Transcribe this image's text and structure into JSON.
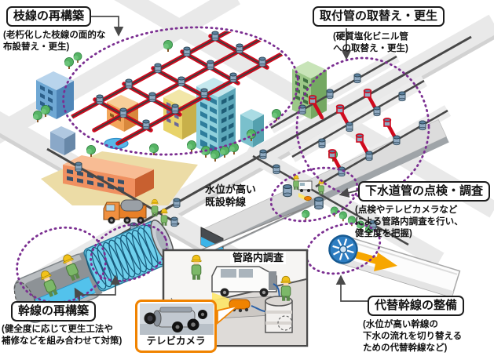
{
  "callouts": {
    "branch": {
      "title": "枝線の再構築",
      "desc": "(老朽化した枝線の面的な\n布設替え・更生)"
    },
    "connection": {
      "title": "取付管の取替え・更生",
      "desc": "(硬質塩化ビニル管\nへの取替え・更生)"
    },
    "inspection": {
      "title": "下水道管の点検・調査",
      "desc": "(点検やテレビカメラなど\nによる管路内調査を行い、\n健全度を把握)"
    },
    "trunk": {
      "title": "幹線の再構築",
      "desc": "(健全度に応じて更生工法や\n補修などを組み合わせて対策)"
    },
    "alternative": {
      "title": "代替幹線の整備",
      "desc": "(水位が高い幹線の\n下水の流れを切り替える\nための代替幹線など)"
    }
  },
  "annotations": {
    "high_water": "水位が高い\n既設幹線",
    "pipe_survey": "管路内調査",
    "tv_camera": "テレビカメラ"
  },
  "colors": {
    "highlight_red": "#cf0a1e",
    "dashed_purple": "#7b2f91",
    "accent_orange": "#f08300",
    "water_blue": "#3cb4e8",
    "arrow_orange": "#f7a600"
  }
}
